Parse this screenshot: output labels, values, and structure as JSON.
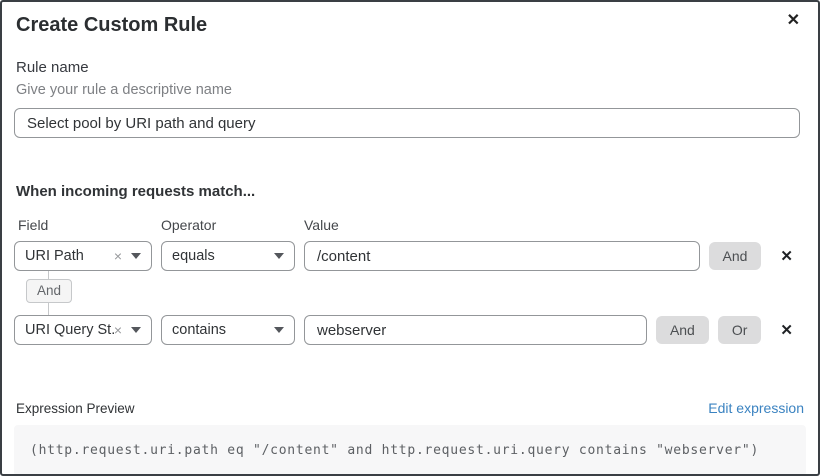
{
  "dialog": {
    "title": "Create Custom Rule",
    "close_icon": "✕"
  },
  "rule_name": {
    "label": "Rule name",
    "hint": "Give your rule a descriptive name",
    "value": "Select pool by URI path and query"
  },
  "match": {
    "heading": "When incoming requests match...",
    "columns": {
      "field": "Field",
      "operator": "Operator",
      "value": "Value"
    },
    "rows": [
      {
        "field": "URI Path",
        "operator": "equals",
        "value": "/content",
        "buttons": [
          "And"
        ],
        "delete_icon": "✕",
        "clear_icon": "×"
      },
      {
        "field": "URI Query St...",
        "operator": "contains",
        "value": "webserver",
        "buttons": [
          "And",
          "Or"
        ],
        "delete_icon": "✕",
        "clear_icon": "×"
      }
    ],
    "connector_label": "And"
  },
  "preview": {
    "label": "Expression Preview",
    "edit_link": "Edit expression",
    "expression": "(http.request.uri.path eq \"/content\" and http.request.uri.query contains \"webserver\")"
  },
  "colors": {
    "link": "#3b83c1",
    "button_gray": "#dcdcdd",
    "code_background": "#f7f7f8"
  }
}
